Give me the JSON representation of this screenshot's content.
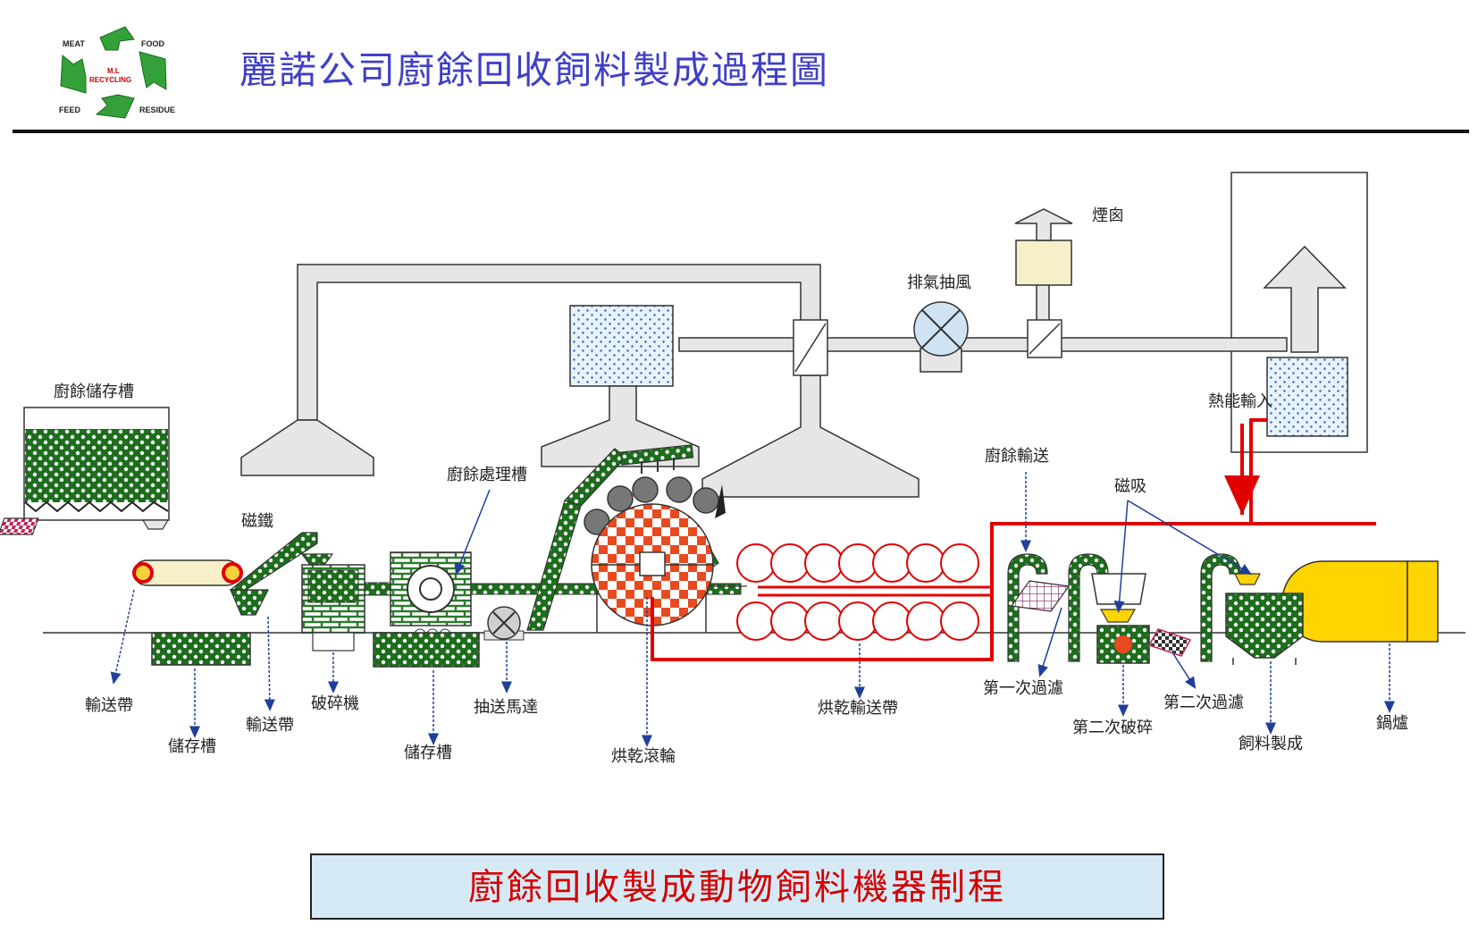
{
  "header": {
    "title": "麗諾公司廚餘回收飼料製成過程圖",
    "logo": {
      "top_left": "MEAT",
      "top_right": "FOOD",
      "bottom_left": "FEED",
      "bottom_right": "RESIDUE",
      "center_line1": "M.L",
      "center_line2": "RECYCLING",
      "icon": "recycle-arrows-icon"
    }
  },
  "labels": {
    "storage_tank_top": "廚餘儲存槽",
    "magnet_iron": "磁鐵",
    "conveyor_belt_1": "輸送帶",
    "storage_1": "儲存槽",
    "conveyor_belt_2": "輸送帶",
    "crusher": "破碎機",
    "processing_tank": "廚餘處理槽",
    "storage_2": "儲存槽",
    "pump_motor": "抽送馬達",
    "drying_roller": "烘乾滾輪",
    "drying_conveyor": "烘乾輸送帶",
    "exhaust_fan": "排氣抽風",
    "chimney": "煙囪",
    "heat_input": "熱能輸入",
    "waste_transport": "廚餘輸送",
    "magnetic_suction": "磁吸",
    "first_filter": "第一次過濾",
    "second_crush": "第二次破碎",
    "second_filter": "第二次過濾",
    "feed_made": "飼料製成",
    "boiler": "鍋爐"
  },
  "banner": {
    "text": "廚餘回收製成動物飼料機器制程"
  },
  "colors": {
    "title": "#3f3fc8",
    "green_machine": "#1a6b1a",
    "duct_gray": "#e6e6e6",
    "heat_line": "#e00000",
    "roller_red": "#e03010",
    "boiler_yellow": "#ffd400",
    "chimney_box": "#f6efc8",
    "fan_blue": "#cfe3f3",
    "banner_bg": "#d6eaf6",
    "banner_text": "#d40000"
  }
}
